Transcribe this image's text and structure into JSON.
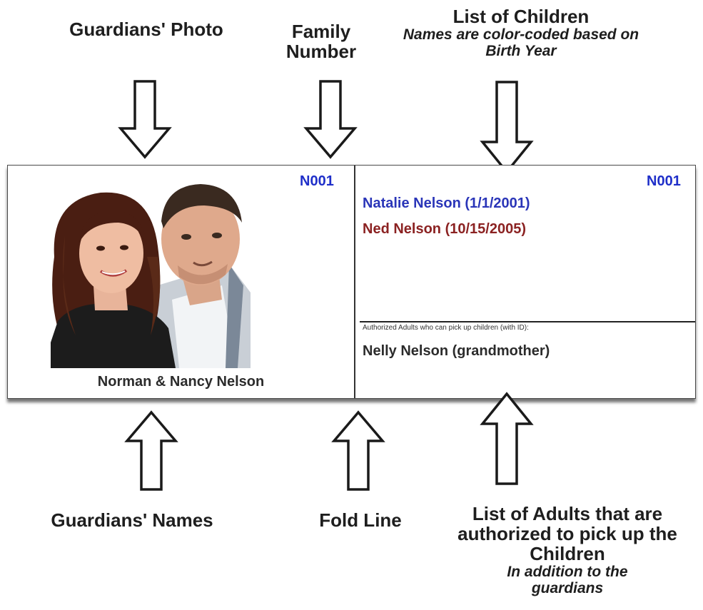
{
  "callouts": {
    "guardians_photo": "Guardians' Photo",
    "family_number": "Family Number",
    "children_title": "List of Children",
    "children_sub": "Names are color-coded based on Birth Year",
    "guardians_names": "Guardians' Names",
    "fold_line": "Fold Line",
    "adults_title": "List of Adults that are authorized to pick up the Children",
    "adults_sub": "In addition to the guardians"
  },
  "card": {
    "family_number_left": "N001",
    "family_number_right": "N001",
    "guardian_names": "Norman & Nancy Nelson",
    "children": [
      {
        "name": "Natalie Nelson  (1/1/2001)",
        "color": "#2a35b8"
      },
      {
        "name": "Ned Nelson  (10/15/2005)",
        "color": "#8b2222"
      }
    ],
    "authorized_label": "Authorized Adults who can pick up children (with ID):",
    "authorized_adults": [
      "Nelly Nelson (grandmother)"
    ]
  },
  "colors": {
    "family_number": "#1f2fc9",
    "text": "#2b2b2b"
  }
}
